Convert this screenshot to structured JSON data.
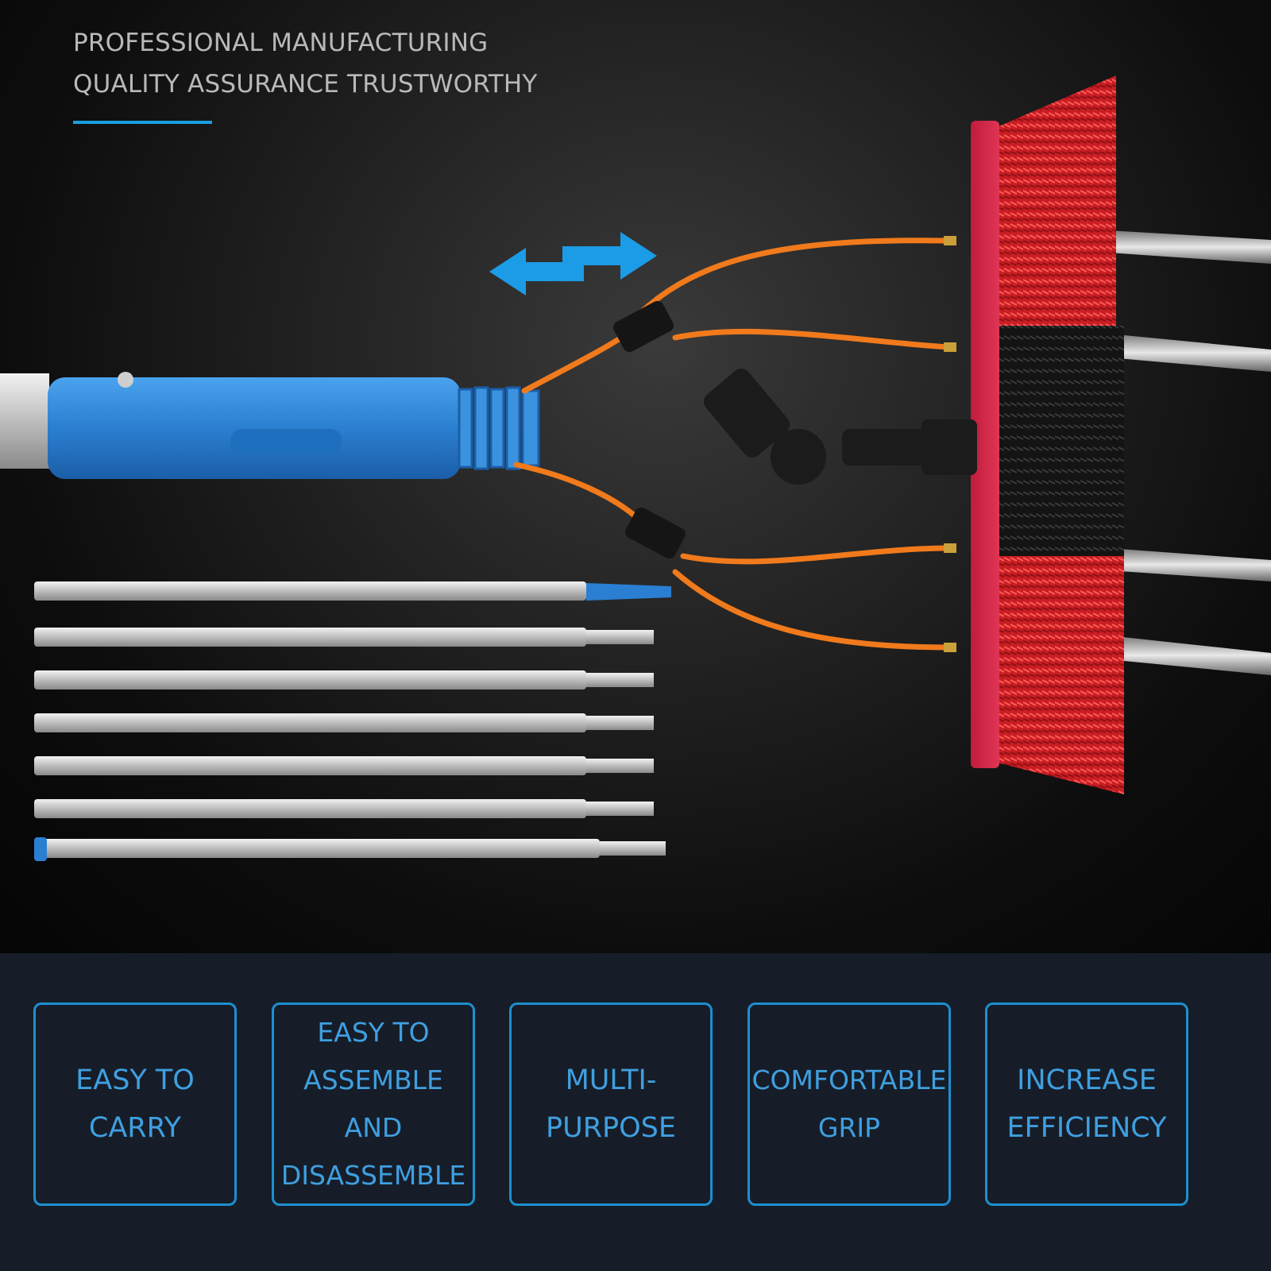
{
  "headline": {
    "line1": "PROFESSIONAL MANUFACTURING",
    "line2": "QUALITY ASSURANCE TRUSTWORTHY"
  },
  "colors": {
    "accent_blue": "#1a9ee0",
    "feature_text": "#3f9fe0",
    "bristle_red": "#d8242b",
    "bristle_black": "#1a1a1a",
    "hose_orange": "#f07a1c",
    "adapter_blue": "#2e88d6",
    "pole_silver": "#c9c9c9"
  },
  "illustration": {
    "arrows_icon": "double-arrow-icon",
    "pole_sections": 7
  },
  "features": [
    {
      "label": "EASY TO\nCARRY",
      "icon": "feature-card"
    },
    {
      "label": "EASY TO\nASSEMBLE\nAND\nDISASSEMBLE",
      "icon": "feature-card"
    },
    {
      "label": "MULTI-\nPURPOSE",
      "icon": "feature-card"
    },
    {
      "label": "COMFORTABLE\nGRIP",
      "icon": "feature-card"
    },
    {
      "label": "INCREASE\nEFFICIENCY",
      "icon": "feature-card"
    }
  ]
}
